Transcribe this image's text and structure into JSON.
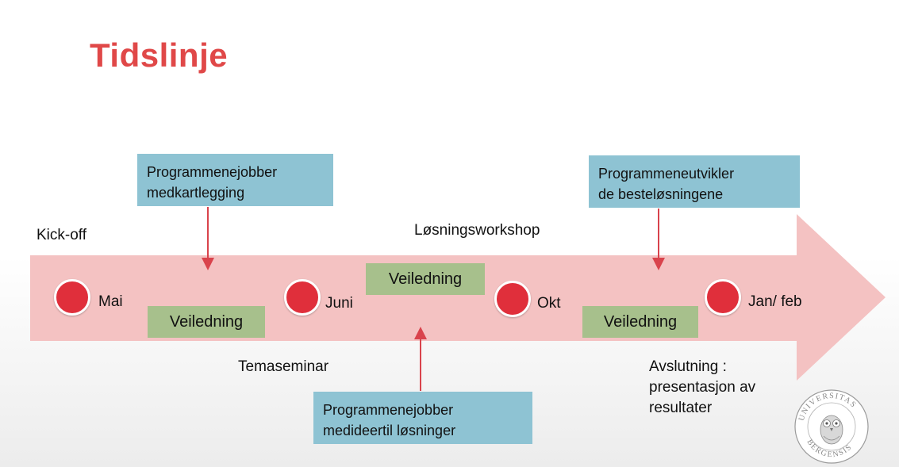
{
  "title": "Tidslinje",
  "milestones": [
    {
      "label": "Mai"
    },
    {
      "label": "Juni"
    },
    {
      "label": "Okt"
    },
    {
      "label": "Jan/ feb"
    }
  ],
  "events": {
    "kickoff": "Kick-off",
    "workshop": "Løsningsworkshop",
    "temaseminar": "Temaseminar",
    "avslutning": [
      "Avslutning :",
      "presentasjon av",
      "resultater"
    ]
  },
  "veiledning": [
    "Veiledning",
    "Veiledning",
    "Veiledning"
  ],
  "process_boxes": {
    "kartlegging": [
      "Programmenejobber",
      "medkartlegging"
    ],
    "ideer": [
      "Programmenejobber",
      "medideertil løsninger"
    ],
    "utvikler": [
      "Programmeneutvikler",
      "de besteløsningene"
    ]
  },
  "colors": {
    "title": "#e04848",
    "arrow": "#f4c2c2",
    "dot": "#e02f3b",
    "blue_box": "#8ec3d3",
    "green_box": "#a7c08c",
    "connector": "#d9434c"
  },
  "seal_text": "UNIVERSITAS BERGENSIS"
}
